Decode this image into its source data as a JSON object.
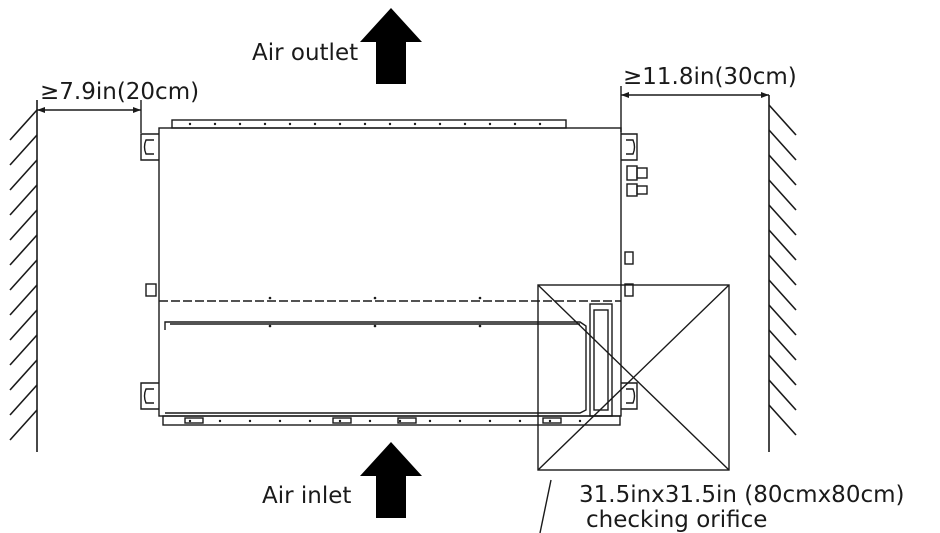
{
  "labels": {
    "air_outlet": "Air outlet",
    "air_inlet": "Air inlet",
    "left_clearance": "≥7.9in(20cm)",
    "right_clearance": "≥11.8in(30cm)",
    "orifice_size": "31.5inx31.5in (80cmx80cm)",
    "orifice_name": "checking orifice"
  },
  "icons": {
    "airflow_arrow": "up-arrow-icon",
    "wall": "hatched-wall"
  },
  "colors": {
    "line": "#1a1a1a",
    "arrow": "#000000"
  }
}
